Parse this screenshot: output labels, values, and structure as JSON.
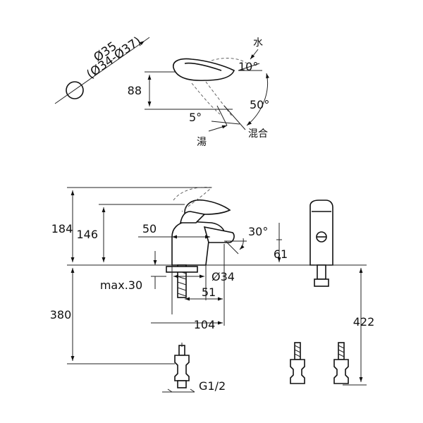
{
  "hole_diameter": {
    "main": "Ø35",
    "range": "(Ø34-Ø37)"
  },
  "lever_detail": {
    "label_cold": "水",
    "label_hot": "湯",
    "label_mix": "混合",
    "angle_cold": "10°",
    "angle_hot": "5°",
    "angle_mix": "50°",
    "height": "88"
  },
  "side_view": {
    "total_height": "184",
    "lever_height": "146",
    "spout_height": "61",
    "spout_offset": "50",
    "spout_angle": "30°",
    "deck_thickness": "max.30",
    "hole": "Ø34",
    "centre_to_spout": "51",
    "projection": "104",
    "hose_length": "380",
    "connection": "G1/2"
  },
  "front_view": {
    "hose_length": "422"
  }
}
